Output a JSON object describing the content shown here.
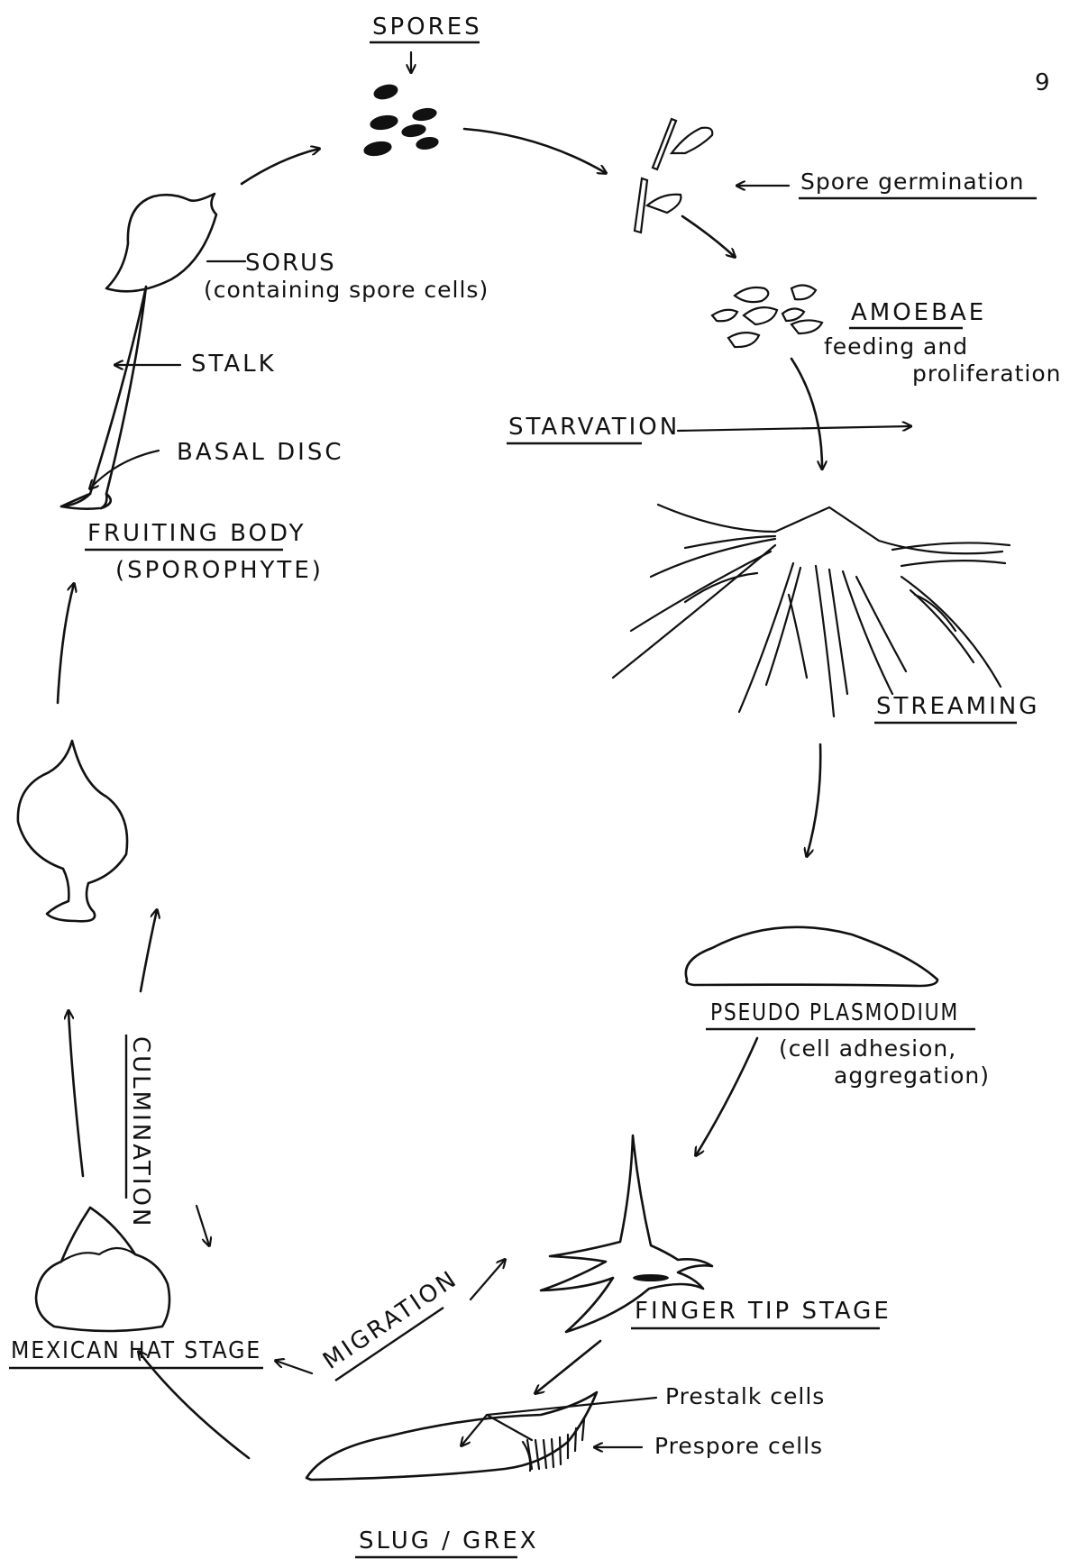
{
  "page_number": "9",
  "labels": {
    "spores": "SPORES",
    "spore_germination": "Spore germination",
    "amoebae": "AMOEBAE",
    "amoebae_note_1": "feeding and",
    "amoebae_note_2": "proliferation",
    "starvation": "STARVATION",
    "streaming": "STREAMING",
    "pseudo_plasmodium": "PSEUDO PLASMODIUM",
    "pseudo_note_1": "(cell adhesion,",
    "pseudo_note_2": "aggregation)",
    "finger_tip_stage": "FINGER TIP STAGE",
    "slug_grex": "SLUG / GREX",
    "prestalk_cells": "Prestalk cells",
    "prespore_cells": "Prespore cells",
    "migration": "MIGRATION",
    "mexican_hat_stage": "MEXICAN HAT STAGE",
    "culmination": "CULMINATION",
    "fruiting_body": "FRUITING BODY",
    "sporophyte": "(SPOROPHYTE)",
    "sorus": "SORUS",
    "sorus_note": "(containing spore cells)",
    "stalk": "STALK",
    "basal_disc": "BASAL DISC"
  }
}
